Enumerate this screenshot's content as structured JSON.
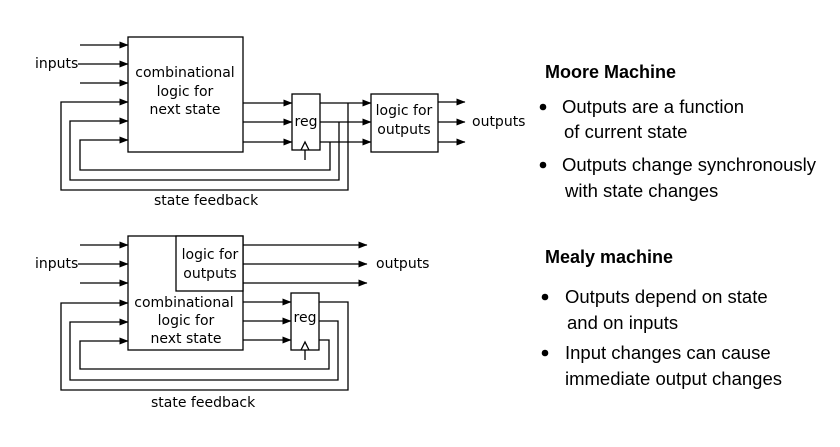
{
  "moore_diagram": {
    "inputs_label": "inputs",
    "comb_logic": [
      "combinational",
      "logic for",
      "next state"
    ],
    "reg_label": "reg",
    "output_logic": [
      "logic for",
      "outputs"
    ],
    "outputs_label": "outputs",
    "feedback_label": "state feedback"
  },
  "mealy_diagram": {
    "inputs_label": "inputs",
    "comb_logic": [
      "combinational",
      "logic for",
      "next state"
    ],
    "reg_label": "reg",
    "output_logic": [
      "logic for",
      "outputs"
    ],
    "outputs_label": "outputs",
    "feedback_label": "state feedback"
  },
  "moore_text": {
    "heading": "Moore Machine",
    "bullets": [
      {
        "lines": [
          "Outputs are a function",
          "of current state"
        ]
      },
      {
        "lines": [
          "Outputs change synchronously",
          "with state changes"
        ]
      }
    ]
  },
  "mealy_text": {
    "heading": "Mealy machine",
    "bullets": [
      {
        "lines": [
          "Outputs depend on state",
          "and on inputs"
        ]
      },
      {
        "lines": [
          "Input changes can cause",
          "immediate output changes"
        ]
      }
    ]
  }
}
